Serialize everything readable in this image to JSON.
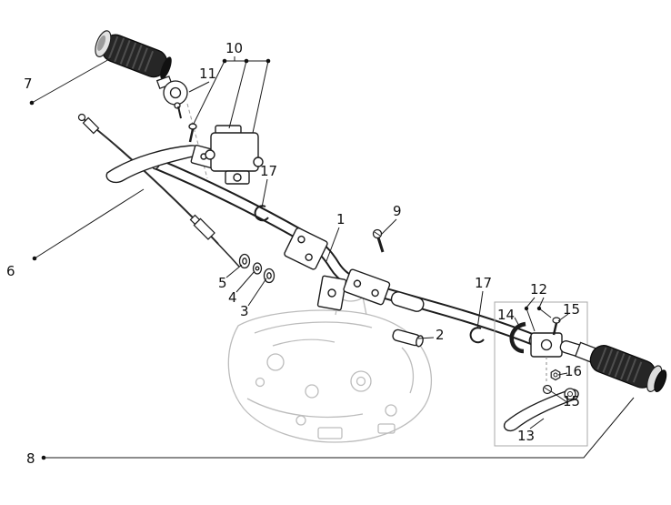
{
  "figure": {
    "kind": "exploded-parts-diagram",
    "subject": "handlebar assembly"
  },
  "colors": {
    "background": "#ffffff",
    "line": "#1a1a1a",
    "sketch": "#bcbcbc",
    "grip": "#262626",
    "chrome": "#dcdcdc",
    "box_border": "#a8a8a8"
  },
  "labels": [
    "7",
    "10",
    "11",
    "17",
    "1",
    "9",
    "6",
    "5",
    "4",
    "3",
    "2",
    "17",
    "12",
    "14",
    "15",
    "16",
    "15",
    "13",
    "8"
  ]
}
